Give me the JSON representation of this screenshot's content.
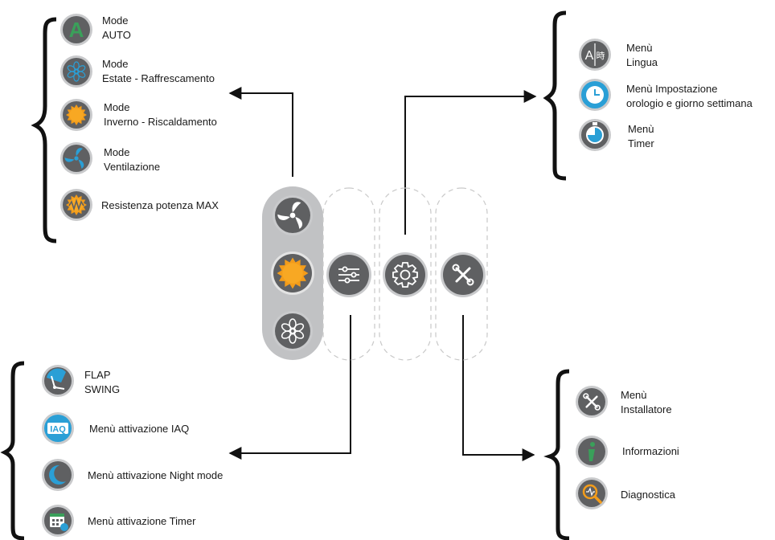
{
  "top_left": {
    "items": [
      {
        "line1": "Mode",
        "line2": "AUTO",
        "icon": "auto-mode-icon"
      },
      {
        "line1": "Mode",
        "line2": "Estate - Raffrescamento",
        "icon": "snowflake-icon"
      },
      {
        "line1": "Mode",
        "line2": "Inverno - Riscaldamento",
        "icon": "sun-icon"
      },
      {
        "line1": "Mode",
        "line2": "Ventilazione",
        "icon": "fan-icon"
      },
      {
        "line1": "Resistenza potenza MAX",
        "icon": "heater-resistance-icon"
      }
    ]
  },
  "top_right": {
    "items": [
      {
        "line1": "Menù",
        "line2": "Lingua",
        "icon": "language-icon"
      },
      {
        "line1": "Menù Impostazione",
        "line2": "orologio e giorno settimana",
        "icon": "clock-icon"
      },
      {
        "line1": "Menù",
        "line2": "Timer",
        "icon": "stopwatch-icon"
      }
    ]
  },
  "bottom_left": {
    "items": [
      {
        "line1": "FLAP",
        "line2": "SWING",
        "icon": "flap-swing-icon"
      },
      {
        "line1": "Menù attivazione IAQ",
        "icon": "iaq-icon"
      },
      {
        "line1": "Menù attivazione Night mode",
        "icon": "moon-icon"
      },
      {
        "line1": "Menù attivazione Timer",
        "icon": "calendar-timer-icon"
      }
    ]
  },
  "bottom_right": {
    "items": [
      {
        "line1": "Menù",
        "line2": "Installatore",
        "icon": "tools-icon"
      },
      {
        "line1": "Informazioni",
        "icon": "info-icon"
      },
      {
        "line1": "Diagnostica",
        "icon": "diagnostics-icon"
      }
    ]
  },
  "center": {
    "buttons": [
      "fan-icon",
      "sun-icon",
      "snowflake-icon",
      "sliders-icon",
      "gear-icon",
      "tools-icon"
    ]
  },
  "colors": {
    "icon_bg": "#5f6062",
    "icon_ring": "#c9cacc",
    "accent_green": "#3aa05a",
    "accent_blue": "#2a9fd6",
    "accent_orange": "#f39c1a",
    "connector": "#111111",
    "panel": "#c1c2c4"
  }
}
